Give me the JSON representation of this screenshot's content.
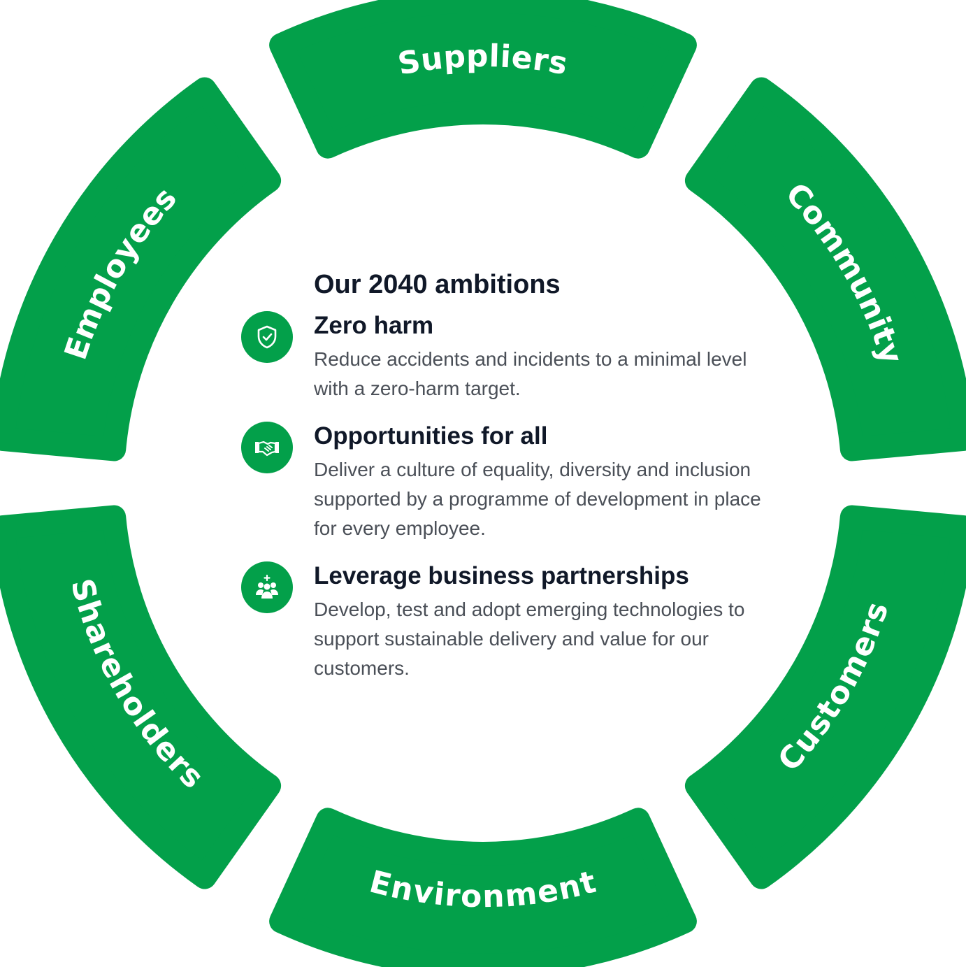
{
  "colors": {
    "brand_green": "#03a04a",
    "text_dark": "#101828",
    "text_body": "#4a4f57"
  },
  "ring": {
    "segments": [
      {
        "label": "Suppliers"
      },
      {
        "label": "Community"
      },
      {
        "label": "Customers"
      },
      {
        "label": "Environment"
      },
      {
        "label": "Shareholders"
      },
      {
        "label": "Employees"
      }
    ]
  },
  "ambitions": {
    "heading": "Our 2040 ambitions",
    "items": [
      {
        "icon": "shield-check-icon",
        "title": "Zero harm",
        "description": "Reduce accidents and incidents to a minimal level with a zero-harm target."
      },
      {
        "icon": "handshake-icon",
        "title": "Opportunities for all",
        "description": "Deliver a culture of equality, diversity and inclusion supported by a programme of development in place for every employee."
      },
      {
        "icon": "team-people-icon",
        "title": "Leverage business partnerships",
        "description": "Develop, test and adopt emerging technologies to support sustainable delivery and value for our customers."
      }
    ]
  }
}
